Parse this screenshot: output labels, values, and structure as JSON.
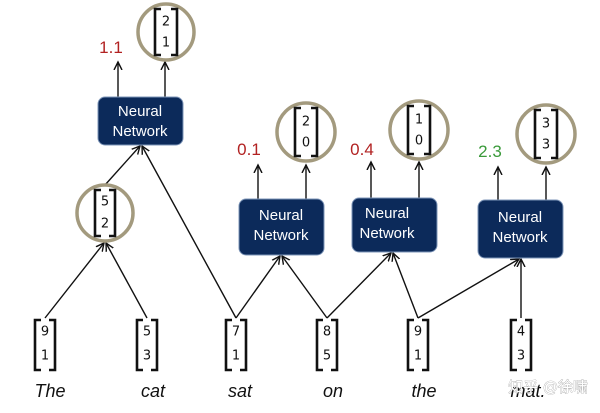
{
  "words": [
    {
      "text": "The",
      "v1": "9",
      "v2": "1"
    },
    {
      "text": "cat",
      "v1": "5",
      "v2": "3"
    },
    {
      "text": "sat",
      "v1": "7",
      "v2": "1"
    },
    {
      "text": "on",
      "v1": "8",
      "v2": "5"
    },
    {
      "text": "the",
      "v1": "9",
      "v2": "1"
    },
    {
      "text": "mat.",
      "v1": "4",
      "v2": "3"
    }
  ],
  "network_label": [
    "Neural",
    "Network"
  ],
  "networks": [
    {
      "id": "nn-top",
      "score": "1.1",
      "score_color": "#b22222",
      "out_v1": "2",
      "out_v2": "1"
    },
    {
      "id": "nn-sat-on",
      "score": "0.1",
      "score_color": "#b22222",
      "out_v1": "2",
      "out_v2": "0"
    },
    {
      "id": "nn-on-the",
      "score": "0.4",
      "score_color": "#b22222",
      "out_v1": "1",
      "out_v2": "0"
    },
    {
      "id": "nn-the-mat",
      "score": "2.3",
      "score_color": "#3a9a3a",
      "out_v1": "3",
      "out_v2": "3"
    }
  ],
  "merged": {
    "v1": "5",
    "v2": "2"
  },
  "watermark": "知乎 @徐啸"
}
